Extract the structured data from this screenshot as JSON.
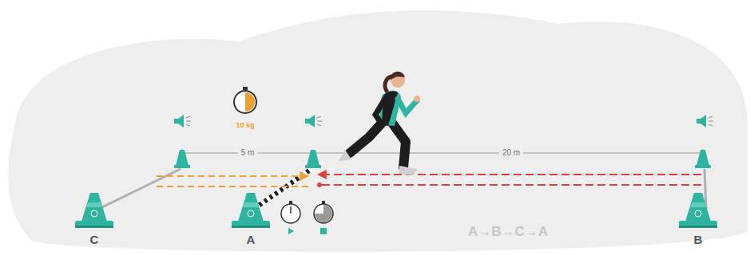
{
  "diagram": {
    "nodes": [
      {
        "text": [
          "C"
        ]
      },
      {
        "text": [
          "A"
        ]
      },
      {
        "text": [
          "B"
        ]
      }
    ],
    "labels": [
      "5 m",
      "20 m",
      "10 sg",
      "A→B→C→A"
    ]
  }
}
